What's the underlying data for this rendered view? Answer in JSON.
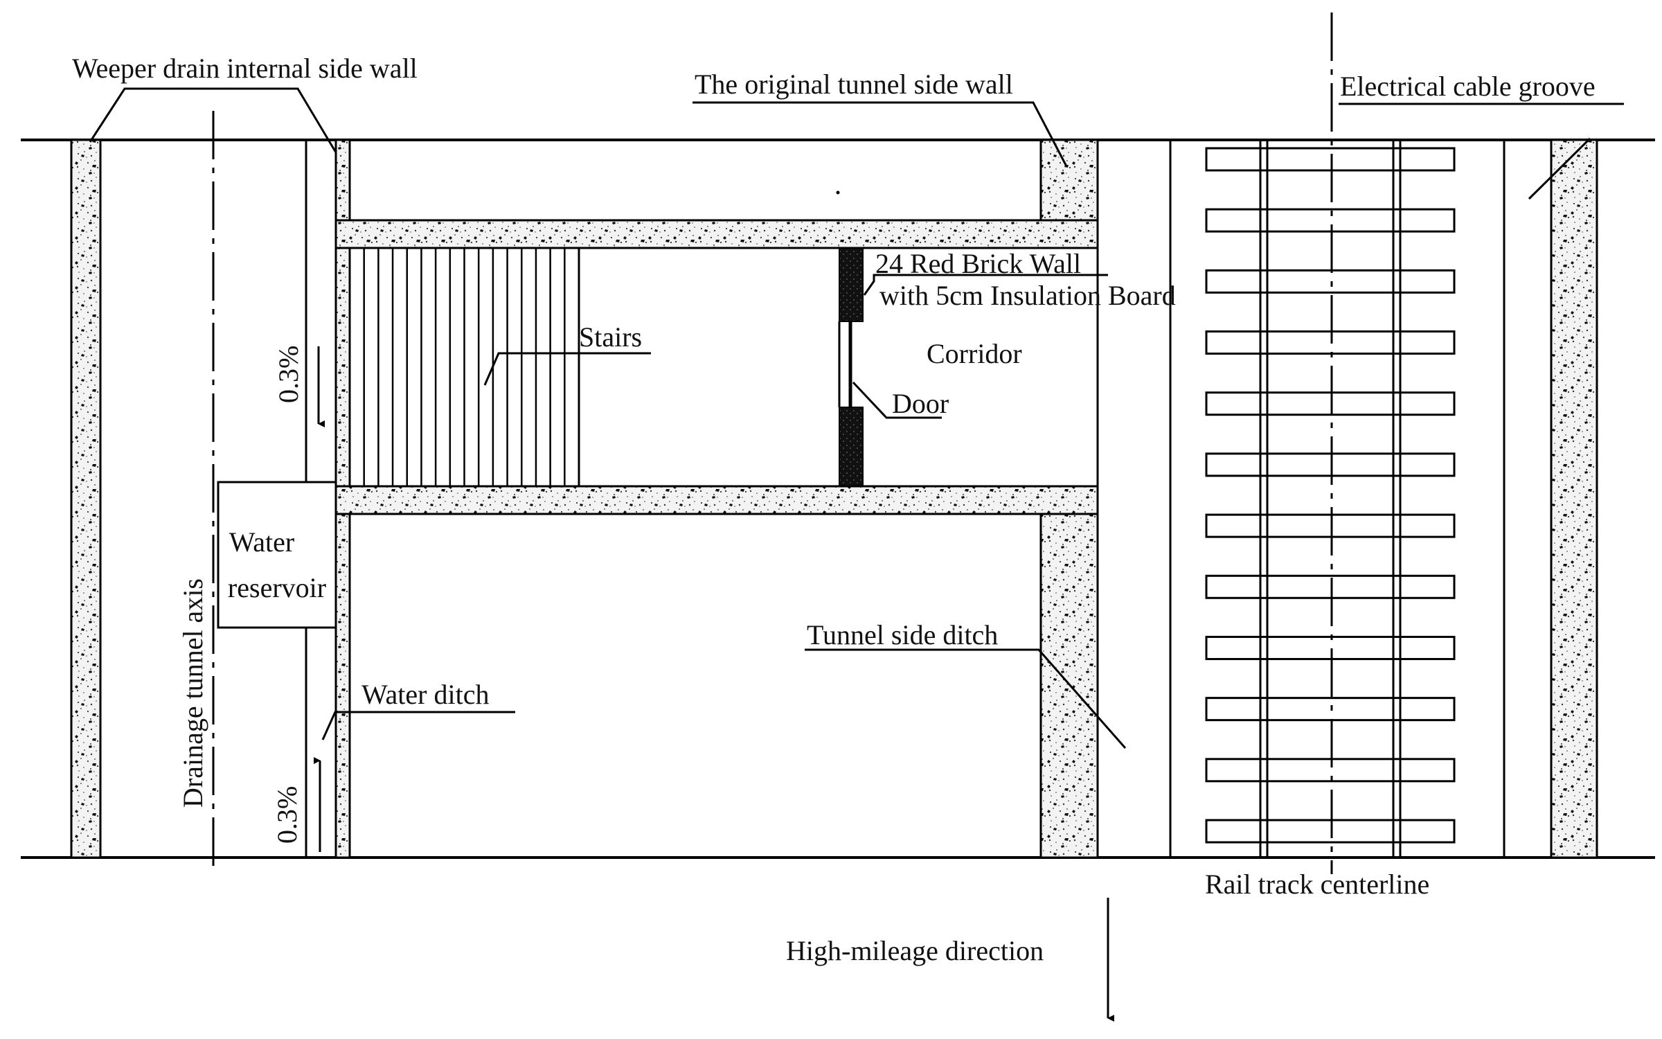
{
  "labels": {
    "weeper_drain_wall": "Weeper drain internal side wall",
    "original_tunnel_wall": "The original tunnel side wall",
    "electrical_cable_groove": "Electrical cable groove",
    "brick_wall_line1": "24 Red Brick Wall",
    "brick_wall_line2": "with 5cm Insulation Board",
    "stairs": "Stairs",
    "corridor": "Corridor",
    "door": "Door",
    "water_reservoir_line1": "Water",
    "water_reservoir_line2": "reservoir",
    "drainage_tunnel_axis": "Drainage tunnel axis",
    "tunnel_side_ditch": "Tunnel side ditch",
    "water_ditch": "Water ditch",
    "slope_upper": "0.3%",
    "slope_lower": "0.3%",
    "rail_track_centerline": "Rail track centerline",
    "high_mileage_direction": "High-mileage direction"
  },
  "rail_track": {
    "sleeper_count": 12
  },
  "stairs": {
    "step_count": 16
  }
}
